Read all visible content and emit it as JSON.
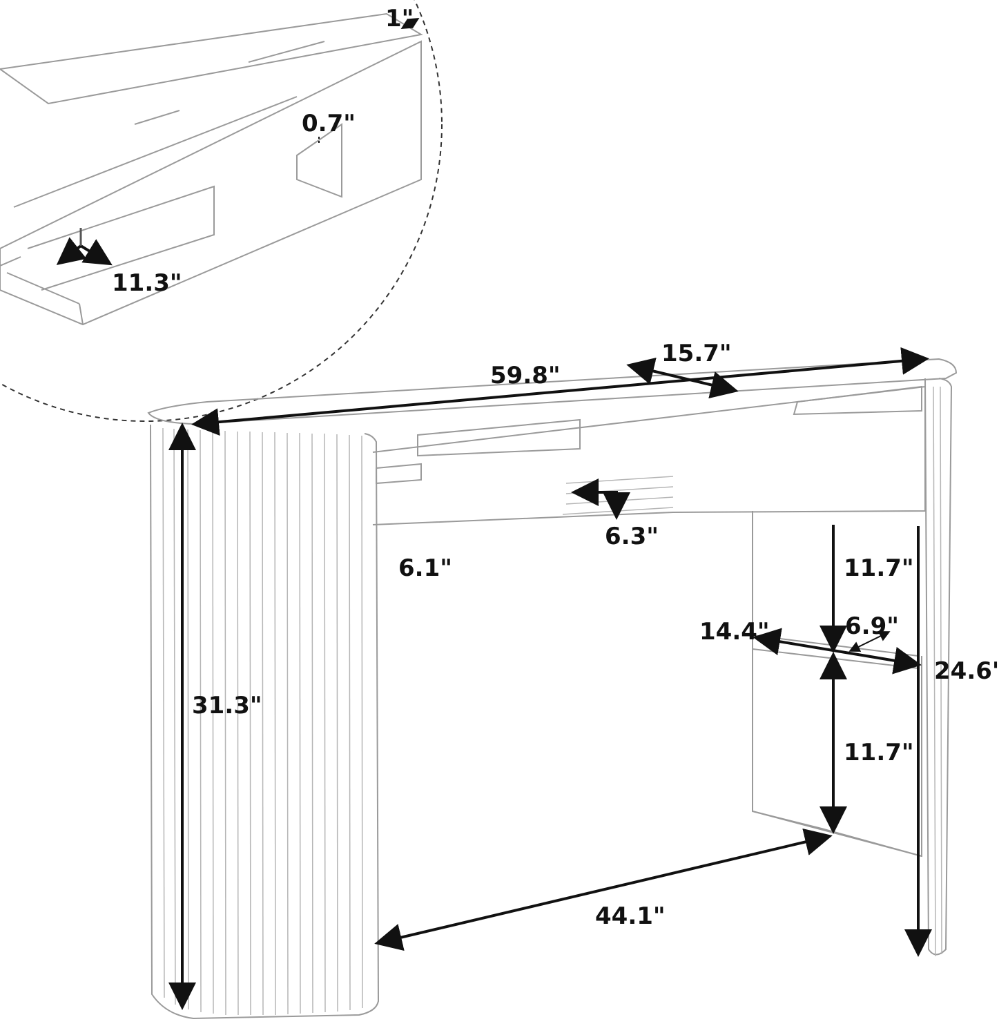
{
  "dimensions": {
    "drawer_top_gap": "1\"",
    "drawer_height_detail": "0.7\"",
    "drawer_depth": "11.3\"",
    "top_width": "59.8\"",
    "top_depth": "15.7\"",
    "drawer_front_height": "6.3\"",
    "side_radius": "6.1\"",
    "upper_shelf_gap": "11.7\"",
    "shelf_depth": "6.9\"",
    "shelf_width": "14.4\"",
    "inner_height": "24.6\"",
    "total_height": "31.3\"",
    "lower_shelf_gap": "11.7\"",
    "leg_span": "44.1\""
  },
  "colors": {
    "line": "#111111",
    "outline": "#9a9a9a",
    "dash": "#333333",
    "background": "#ffffff"
  }
}
